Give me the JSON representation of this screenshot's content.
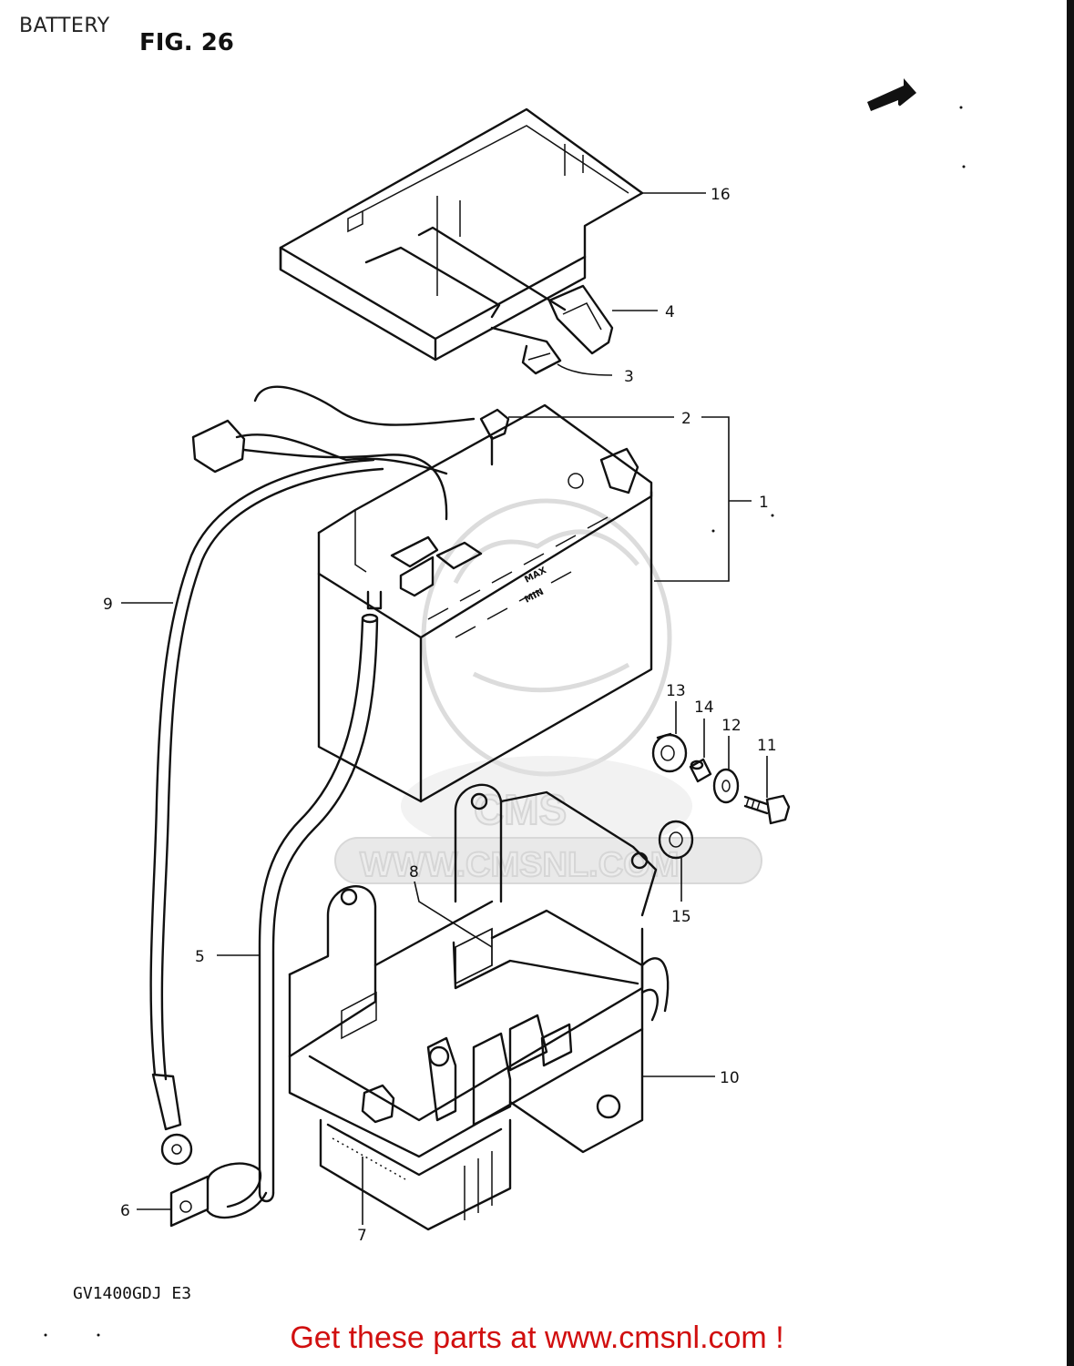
{
  "header": {
    "title": "BATTERY",
    "figure": "FIG. 26"
  },
  "fwd_badge": "FWD",
  "watermark": {
    "brand": "CMS",
    "url": "WWW.CMSNL.COM"
  },
  "battery_labels": {
    "max": "MAX",
    "min": "MIN"
  },
  "callouts": [
    {
      "id": "1",
      "part": "battery"
    },
    {
      "id": "2",
      "part": "battery-vent-tube-fitting"
    },
    {
      "id": "3",
      "part": "strap-hook"
    },
    {
      "id": "4",
      "part": "strap-buckle"
    },
    {
      "id": "5",
      "part": "breather-tube"
    },
    {
      "id": "6",
      "part": "clamp"
    },
    {
      "id": "7",
      "part": "tray-cushion"
    },
    {
      "id": "8",
      "part": "tray-pad"
    },
    {
      "id": "9",
      "part": "ground-cable"
    },
    {
      "id": "10",
      "part": "battery-holder"
    },
    {
      "id": "11",
      "part": "bolt"
    },
    {
      "id": "12",
      "part": "washer"
    },
    {
      "id": "13",
      "part": "grommet"
    },
    {
      "id": "14",
      "part": "spacer"
    },
    {
      "id": "15",
      "part": "grommet"
    },
    {
      "id": "16",
      "part": "battery-cover"
    }
  ],
  "model_code": "GV1400GDJ  E3",
  "footer": {
    "link_text": "Get these parts at www.cmsnl.com !"
  },
  "colors": {
    "line": "#111111",
    "footer_link": "#d10f0f",
    "watermark": "#dcdcdc"
  }
}
